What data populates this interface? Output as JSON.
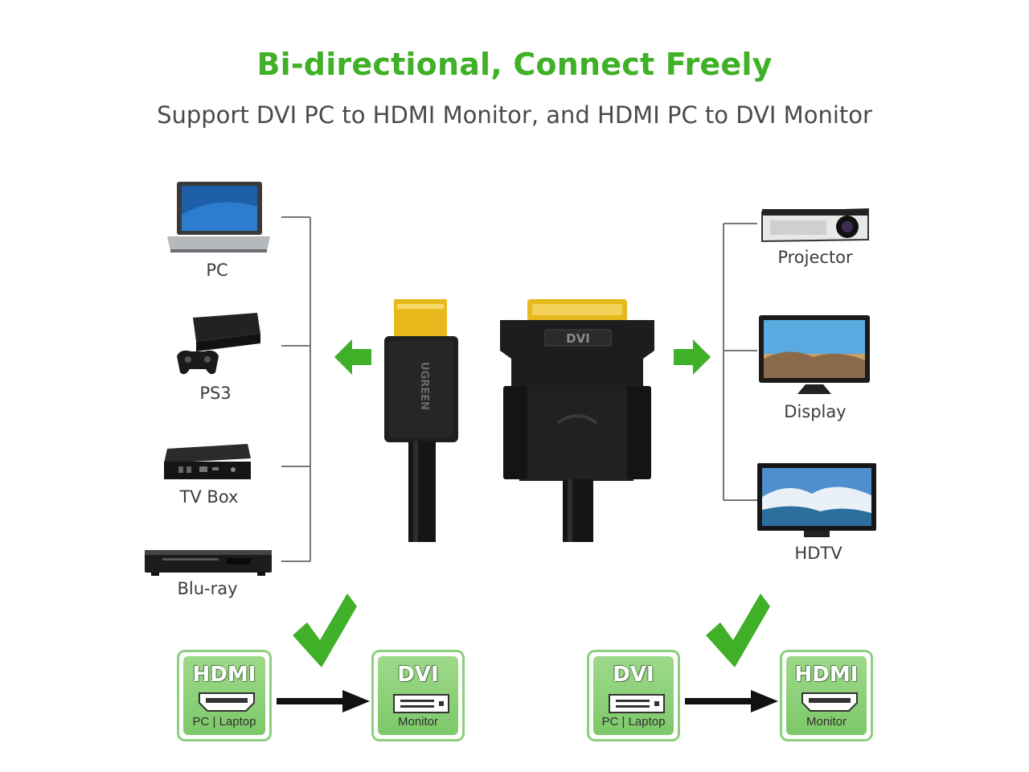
{
  "header": {
    "title": "Bi-directional, Connect Freely",
    "subtitle": "Support DVI PC to HDMI Monitor, and HDMI PC to DVI Monitor"
  },
  "sources": [
    {
      "label": "PC",
      "icon": "laptop-icon"
    },
    {
      "label": "PS3",
      "icon": "game-console-icon"
    },
    {
      "label": "TV Box",
      "icon": "tv-box-icon"
    },
    {
      "label": "Blu-ray",
      "icon": "bluray-player-icon"
    }
  ],
  "displays": [
    {
      "label": "Projector",
      "icon": "projector-icon"
    },
    {
      "label": "Display",
      "icon": "monitor-icon"
    },
    {
      "label": "HDTV",
      "icon": "hdtv-icon"
    }
  ],
  "cable": {
    "hdmi_brand": "UGREEN",
    "dvi_label": "DVI"
  },
  "flows": [
    {
      "from": {
        "title": "HDMI",
        "caption": "PC | Laptop"
      },
      "to": {
        "title": "DVI",
        "caption": "Monitor"
      }
    },
    {
      "from": {
        "title": "DVI",
        "caption": "PC | Laptop"
      },
      "to": {
        "title": "HDMI",
        "caption": "Monitor"
      }
    }
  ],
  "colors": {
    "accent_green": "#3fb028",
    "box_green": "#8ccf7e",
    "connector_gold": "#e8b91c",
    "cable_black": "#1a1a1a"
  }
}
